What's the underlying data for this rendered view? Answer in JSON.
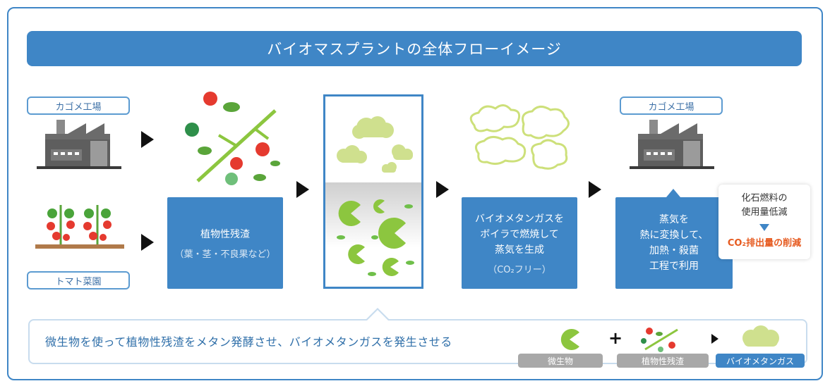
{
  "title": "バイオマスプラントの全体フローイメージ",
  "labels": {
    "factory_left": "カゴメ工場",
    "tomato_garden": "トマト菜園",
    "factory_right": "カゴメ工場"
  },
  "residue_box": {
    "line1": "植物性残渣",
    "line2": "（葉・茎・不良果など）"
  },
  "biogas_box": {
    "line1": "バイオメタンガスを",
    "line2": "ボイラで燃焼して",
    "line3": "蒸気を生成",
    "line4": "（CO₂フリー）"
  },
  "steam_box": {
    "line1": "蒸気を",
    "line2": "熱に変換して、",
    "line3": "加熱・殺菌",
    "line4": "工程で利用"
  },
  "note": {
    "line1": "化石燃料の",
    "line2": "使用量低減",
    "line3": "CO₂排出量の削減"
  },
  "bottom": {
    "text": "微生物を使って植物性残渣をメタン発酵させ、バイオメタンガスを発生させる",
    "chip_microbe": "微生物",
    "chip_residue": "植物性残渣",
    "chip_gas": "バイオメタンガス"
  },
  "colors": {
    "blue": "#3f86c6",
    "light_green": "#cfe08e",
    "green": "#8cc63f",
    "orange": "#e65a1f"
  }
}
